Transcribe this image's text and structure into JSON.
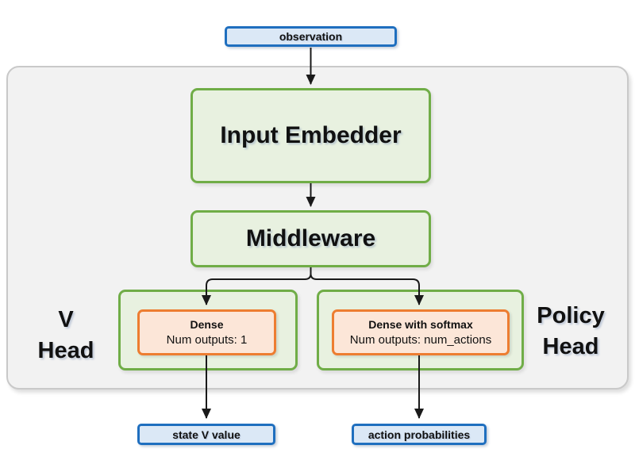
{
  "colors": {
    "blue-border": "#1f6fbf",
    "blue-fill": "#dbe8f6",
    "green-border": "#70ad47",
    "green-fill": "#e8f1e0",
    "orange-border": "#ed7d31",
    "orange-fill": "#fce6d8",
    "container-fill": "#f2f2f2",
    "container-border": "#c9c9c9",
    "arrow": "#1a1a1a"
  },
  "nodes": {
    "observation": "observation",
    "input_embedder": "Input Embedder",
    "middleware": "Middleware",
    "v_dense_title": "Dense",
    "v_dense_subtitle": "Num outputs: 1",
    "policy_dense_title": "Dense with softmax",
    "policy_dense_subtitle": "Num outputs: num_actions",
    "state_v_value": "state V value",
    "action_probabilities": "action probabilities"
  },
  "labels": {
    "v_head_line1": "V",
    "v_head_line2": "Head",
    "policy_head_line1": "Policy",
    "policy_head_line2": "Head"
  }
}
